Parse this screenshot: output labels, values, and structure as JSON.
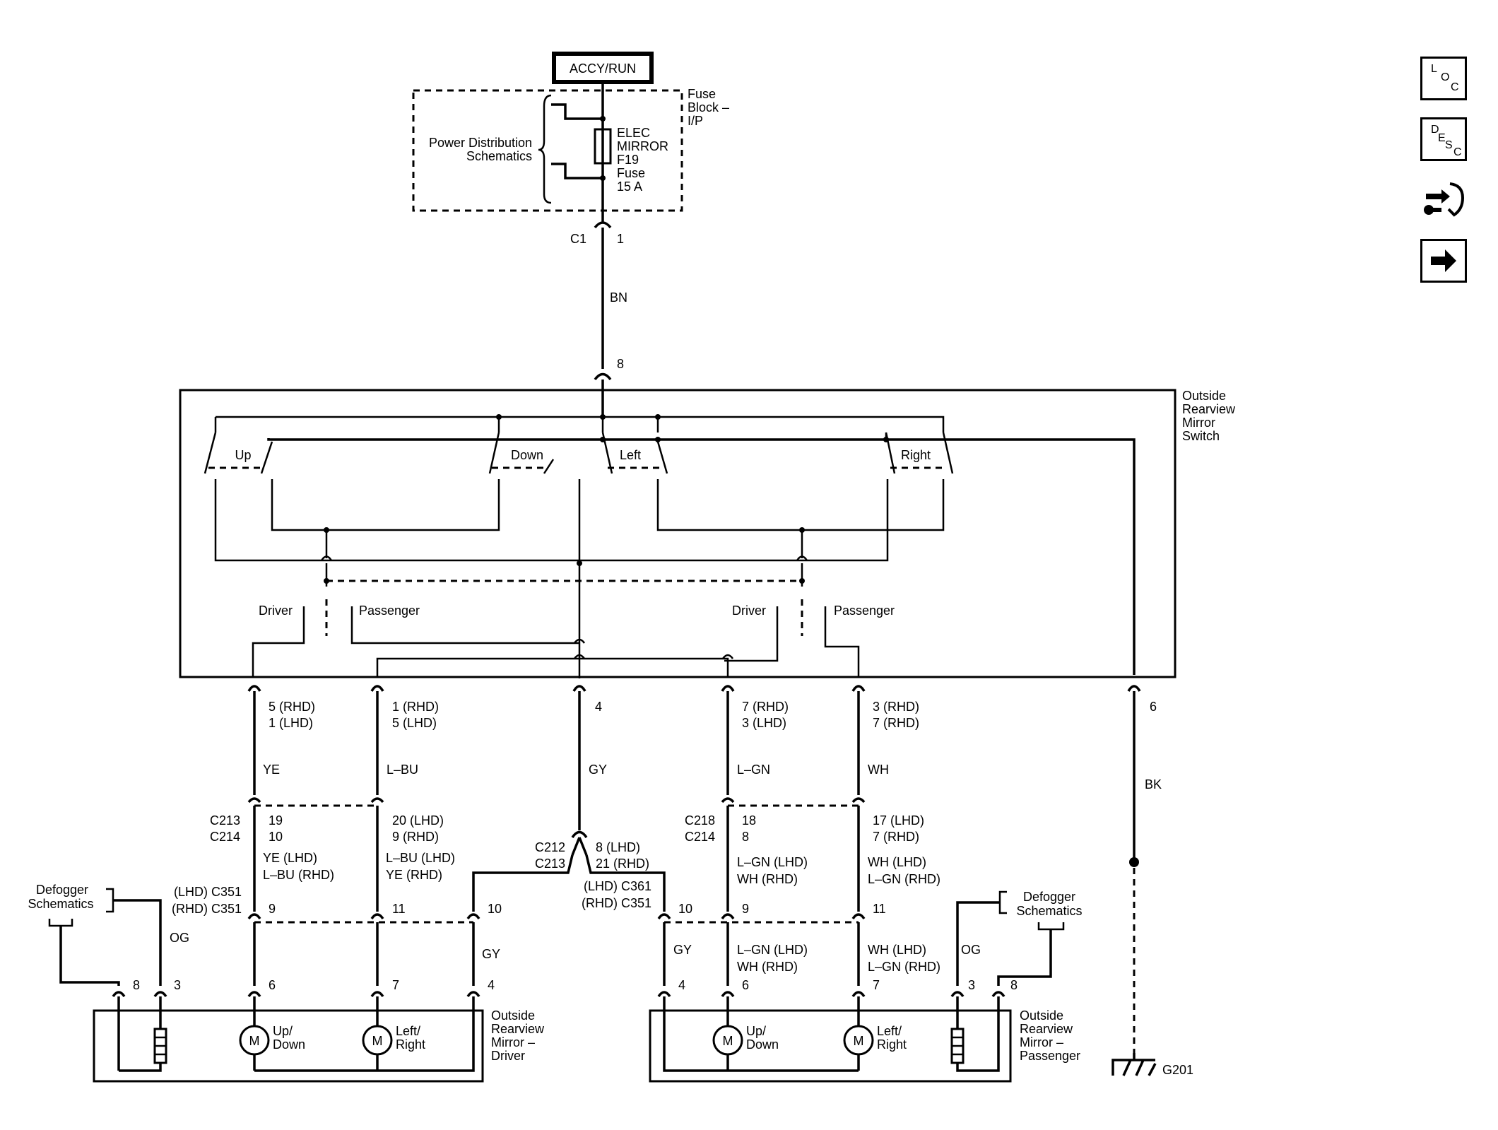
{
  "power": {
    "source": "ACCY/RUN",
    "fuse_block": [
      "Fuse",
      "Block –",
      "I/P"
    ],
    "power_dist": [
      "Power Distribution",
      "Schematics"
    ],
    "fuse": [
      "ELEC",
      "MIRROR",
      "F19",
      "Fuse",
      "15 A"
    ],
    "conn": "C1",
    "pin": "1",
    "wire": "BN"
  },
  "switch": {
    "title": [
      "Outside",
      "Rearview",
      "Mirror",
      "Switch"
    ],
    "top_pin": "8",
    "labels": {
      "up": "Up",
      "down": "Down",
      "left": "Left",
      "right": "Right"
    },
    "select": {
      "driver": "Driver",
      "passenger": "Passenger"
    },
    "pins": [
      {
        "a": "5 (RHD)",
        "b": "1 (LHD)"
      },
      {
        "a": "1 (RHD)",
        "b": "5 (LHD)"
      },
      {
        "a": "4",
        "b": ""
      },
      {
        "a": "7 (RHD)",
        "b": "3 (LHD)"
      },
      {
        "a": "3 (RHD)",
        "b": "7 (RHD)"
      },
      {
        "a": "6",
        "b": ""
      }
    ]
  },
  "wires": {
    "w1": "YE",
    "w2": "L–BU",
    "w3": "GY",
    "w4": "L–GN",
    "w5": "WH",
    "w6": "BK"
  },
  "c213": {
    "conn": [
      "C213",
      "C214"
    ],
    "p1": [
      "19",
      "10"
    ],
    "p2": [
      "20 (LHD)",
      "9 (RHD)"
    ],
    "w1": [
      "YE (LHD)",
      "L–BU (RHD)"
    ],
    "w2": [
      "L–BU (LHD)",
      "YE (RHD)"
    ]
  },
  "c212": {
    "conn": [
      "C212",
      "C213"
    ],
    "pins": [
      "8 (LHD)",
      "21 (RHD)"
    ]
  },
  "c218": {
    "conn": [
      "C218",
      "C214"
    ],
    "p1": [
      "18",
      "8"
    ],
    "p2": [
      "17 (LHD)",
      "7 (RHD)"
    ],
    "w1": [
      "L–GN (LHD)",
      "WH (RHD)"
    ],
    "w2": [
      "WH (LHD)",
      "L–GN (RHD)"
    ]
  },
  "left_c351": {
    "conn": [
      "(LHD) C351",
      "(RHD) C351"
    ],
    "pins": [
      "9",
      "11",
      "10"
    ],
    "defogger": [
      "Defogger",
      "Schematics"
    ],
    "og": "OG",
    "gy": "GY"
  },
  "right_c361": {
    "conn": [
      "(LHD) C361",
      "(RHD) C351"
    ],
    "pins": [
      "10",
      "9",
      "11"
    ],
    "defogger": [
      "Defogger",
      "Schematics"
    ],
    "og": "OG",
    "gy": "GY",
    "w1": [
      "L–GN (LHD)",
      "WH (RHD)"
    ],
    "w2": [
      "WH (LHD)",
      "L–GN (RHD)"
    ]
  },
  "driver_mirror": {
    "title": [
      "Outside",
      "Rearview",
      "Mirror –",
      "Driver"
    ],
    "pins": [
      "8",
      "3",
      "6",
      "7",
      "4"
    ],
    "motor": "M",
    "m1": [
      "Up/",
      "Down"
    ],
    "m2": [
      "Left/",
      "Right"
    ]
  },
  "pass_mirror": {
    "title": [
      "Outside",
      "Rearview",
      "Mirror –",
      "Passenger"
    ],
    "pins": [
      "4",
      "6",
      "7",
      "3",
      "8"
    ],
    "motor": "M",
    "m1": [
      "Up/",
      "Down"
    ],
    "m2": [
      "Left/",
      "Right"
    ]
  },
  "ground": "G201",
  "side_nav": {
    "loc": [
      "L",
      "O",
      "C"
    ],
    "desc": [
      "D",
      "E",
      "S",
      "C"
    ]
  },
  "icons": [
    "loc-icon",
    "desc-icon",
    "wrench-arrows-icon",
    "right-arrow-icon"
  ]
}
